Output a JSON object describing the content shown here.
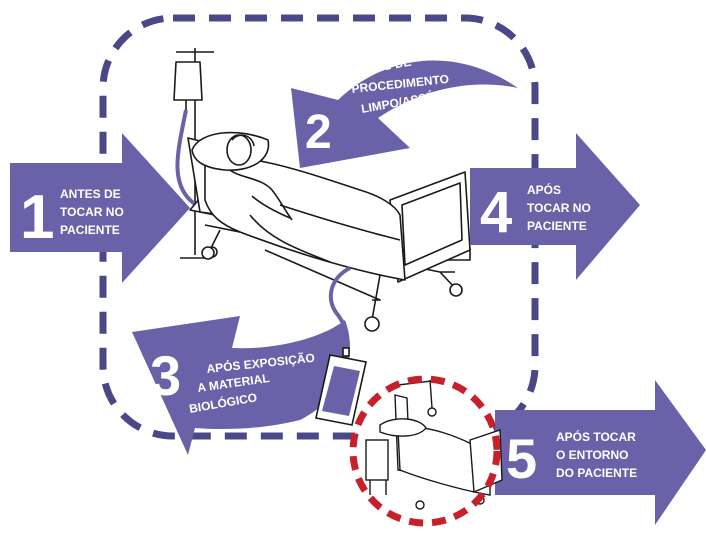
{
  "colors": {
    "arrow": "#6a62a8",
    "dashed_zone": "#4a4887",
    "patient_zone_circle": "#c8202b",
    "text": "#ffffff",
    "line_art": "#1a1a1a"
  },
  "moments": [
    {
      "number": "1",
      "lines": [
        "ANTES DE",
        "TOCAR NO",
        "PACIENTE"
      ]
    },
    {
      "number": "2",
      "lines": [
        "ANTES DE",
        "PROCEDIMENTO",
        "LIMPO/ASSÉPTICO"
      ]
    },
    {
      "number": "3",
      "lines": [
        "APÓS EXPOSIÇÃO",
        "A MATERIAL",
        "BIOLÓGICO"
      ]
    },
    {
      "number": "4",
      "lines": [
        "APÓS",
        "TOCAR NO",
        "PACIENTE"
      ]
    },
    {
      "number": "5",
      "lines": [
        "APÓS TOCAR",
        "O ENTORNO",
        "DO PACIENTE"
      ]
    }
  ],
  "icons": {
    "hospital_bed": "hospital-bed-icon",
    "iv_drip": "iv-drip-icon",
    "patient": "patient-icon",
    "urine_bag": "urine-bag-icon",
    "empty_bed": "empty-bed-icon"
  }
}
